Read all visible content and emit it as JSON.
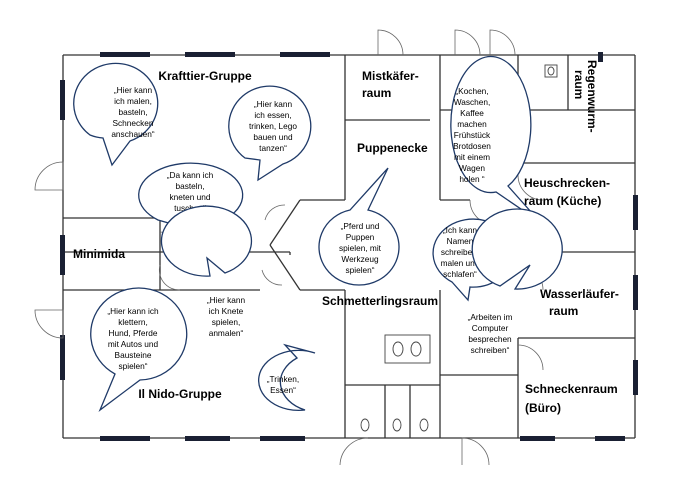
{
  "rooms": {
    "krafttier": "Krafttier-Gruppe",
    "mistkaefer": [
      "Mistkäfer-",
      "raum"
    ],
    "puppenecke": "Puppenecke",
    "regenwurm": [
      "Regenwurm-",
      "raum"
    ],
    "heuschrecken": [
      "Heuschrecken-",
      "raum (Küche)"
    ],
    "minimida": "Minimida",
    "schmetterling": "Schmetterlingsraum",
    "wasserlaeufer": [
      "Wasserläufer-",
      "raum"
    ],
    "nido": "Il Nido-Gruppe",
    "schnecken": [
      "Schneckenraum",
      "(Büro)"
    ]
  },
  "bubbles": {
    "malen": [
      "„Hier kann",
      "ich malen,",
      "basteln,",
      "Schnecken",
      "anschauen“"
    ],
    "essen": [
      "„Hier kann",
      "ich essen,",
      "trinken, Lego",
      "bauen und",
      "tanzen“"
    ],
    "kochen": [
      "„Kochen,",
      "Waschen,",
      "Kaffee",
      "machen",
      "Frühstück",
      "Brotdosen",
      "mit einem",
      "Wagen",
      "holen “"
    ],
    "basteln": [
      "„Da kann ich",
      "basteln,",
      "kneten und",
      "tuschen“"
    ],
    "puppen": [
      "„Pferd und",
      "Puppen",
      "spielen, mit",
      "Werkzeug",
      "spielen“"
    ],
    "namen": [
      "„Ich kann",
      "Namen",
      "schreiben,",
      "malen und",
      "schlafen“"
    ],
    "klettern": [
      "„Hier kann ich",
      "klettern,",
      "Hund, Pferde",
      "mit Autos und",
      "Bausteine",
      "spielen“"
    ],
    "knete": [
      "„Hier kann",
      "ich Knete",
      "spielen,",
      "anmalen“"
    ],
    "computer": [
      "„Arbeiten im",
      "Computer",
      "besprechen",
      "schreiben“"
    ],
    "trinken": [
      "„Trinken,",
      "Essen“"
    ]
  }
}
